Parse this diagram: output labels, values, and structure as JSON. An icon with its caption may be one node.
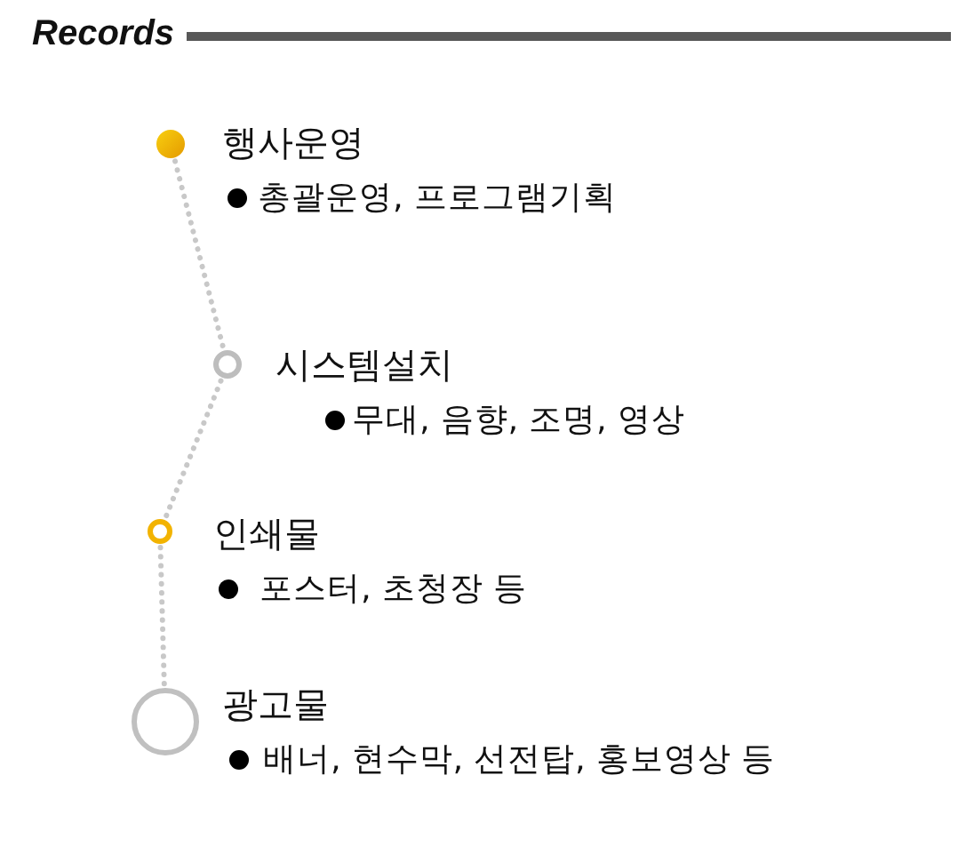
{
  "diagram": {
    "title": "Records",
    "nodes": [
      {
        "text": [],
        "shape": "circle",
        "beside": [
          "행사운영",
          "총괄운영, 프로그램기획"
        ]
      },
      {
        "text": [],
        "shape": "circle",
        "beside": [
          "시스템설치",
          "무대, 음향, 조명, 영상"
        ]
      },
      {
        "text": [],
        "shape": "circle",
        "beside": [
          "인쇄물",
          "포스터, 초청장 등"
        ]
      },
      {
        "text": [],
        "shape": "circle",
        "beside": [
          "광고물",
          "배너, 현수막, 선전탑, 홍보영상 등"
        ]
      }
    ],
    "edges": [
      {
        "from": 0,
        "to": 1,
        "arrow": "none"
      },
      {
        "from": 1,
        "to": 2,
        "arrow": "none"
      },
      {
        "from": 2,
        "to": 3,
        "arrow": "none"
      }
    ]
  }
}
